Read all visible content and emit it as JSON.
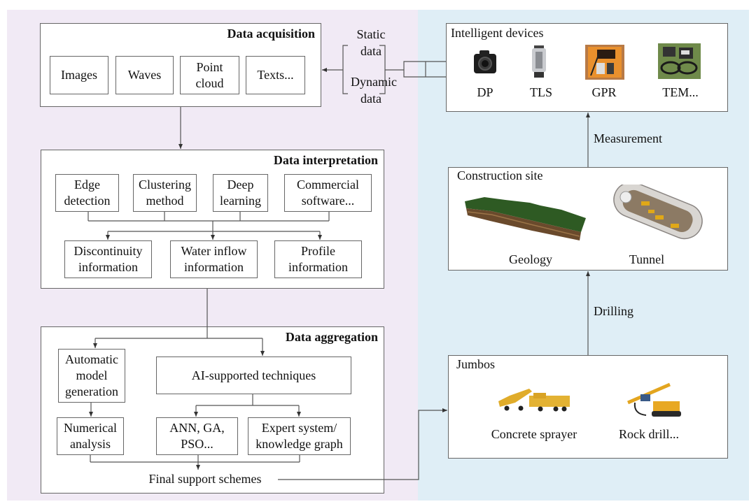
{
  "acquisition": {
    "title": "Data acquisition",
    "items": [
      "Images",
      "Waves",
      "Point\ncloud",
      "Texts..."
    ]
  },
  "data_types": {
    "static_line1": "Static",
    "static_line2": "data",
    "dynamic_line1": "Dynamic",
    "dynamic_line2": "data"
  },
  "interpretation": {
    "title": "Data interpretation",
    "methods": [
      "Edge\ndetection",
      "Clustering\nmethod",
      "Deep\nlearning",
      "Commercial\nsoftware..."
    ],
    "outputs": [
      "Discontinuity\ninformation",
      "Water inflow\ninformation",
      "Profile\ninformation"
    ]
  },
  "aggregation": {
    "title": "Data aggregation",
    "auto_model": "Automatic\nmodel\ngeneration",
    "numerical": "Numerical\nanalysis",
    "ai_techniques": "AI-supported techniques",
    "ann": "ANN, GA,\nPSO...",
    "expert": "Expert system/\nknowledge graph",
    "final": "Final support schemes"
  },
  "devices": {
    "title": "Intelligent devices",
    "items": [
      {
        "label": "DP",
        "icon": "camera-icon"
      },
      {
        "label": "TLS",
        "icon": "laser-scanner-icon"
      },
      {
        "label": "GPR",
        "icon": "ground-penetrating-radar-icon"
      },
      {
        "label": "TEM...",
        "icon": "transient-electromagnetic-icon"
      }
    ]
  },
  "edges": {
    "measurement": "Measurement",
    "drilling": "Drilling"
  },
  "site": {
    "title": "Construction site",
    "items": [
      {
        "label": "Geology",
        "icon": "geology-block-icon"
      },
      {
        "label": "Tunnel",
        "icon": "tunnel-cutaway-icon"
      }
    ]
  },
  "jumbos": {
    "title": "Jumbos",
    "items": [
      {
        "label": "Concrete sprayer",
        "icon": "concrete-sprayer-icon"
      },
      {
        "label": "Rock drill...",
        "icon": "rock-drill-icon"
      }
    ]
  },
  "colors": {
    "left_panel": "#f1eaf5",
    "right_panel": "#dfeef6",
    "line": "#555555"
  }
}
